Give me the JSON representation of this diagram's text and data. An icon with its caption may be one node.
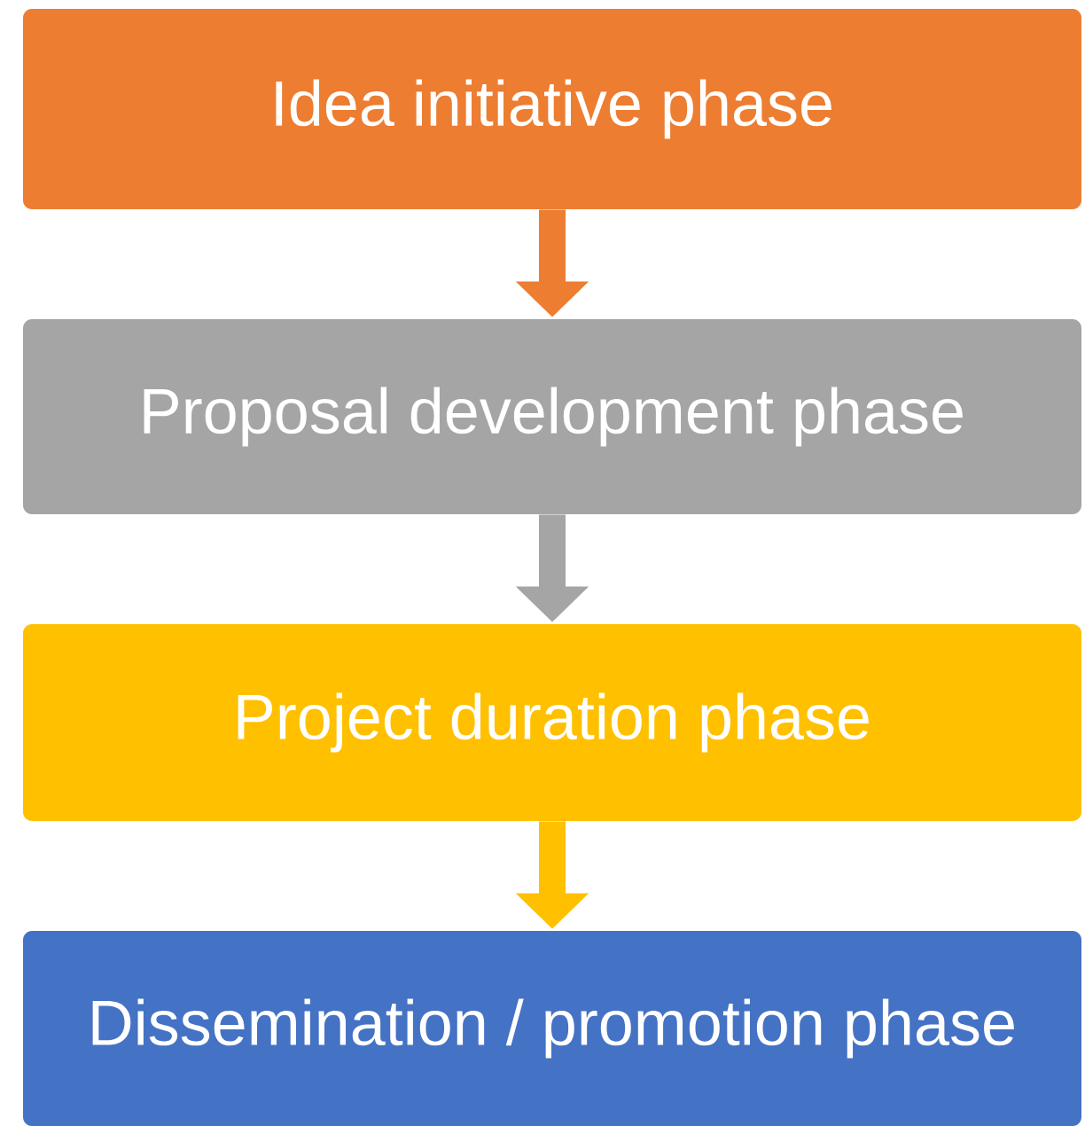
{
  "diagram": {
    "nodes": [
      {
        "text": [
          "Idea initiative phase"
        ]
      },
      {
        "text": [
          "Proposal development phase"
        ]
      },
      {
        "text": [
          "Project duration phase"
        ]
      },
      {
        "text": [
          "Dissemination / promotion phase"
        ]
      }
    ],
    "edges": [
      {
        "from": 0,
        "to": 1,
        "arrow": "to",
        "color": "#ed7d31"
      },
      {
        "from": 1,
        "to": 2,
        "arrow": "to",
        "color": "#a5a5a5"
      },
      {
        "from": 2,
        "to": 3,
        "arrow": "to",
        "color": "#ffc000"
      }
    ]
  }
}
